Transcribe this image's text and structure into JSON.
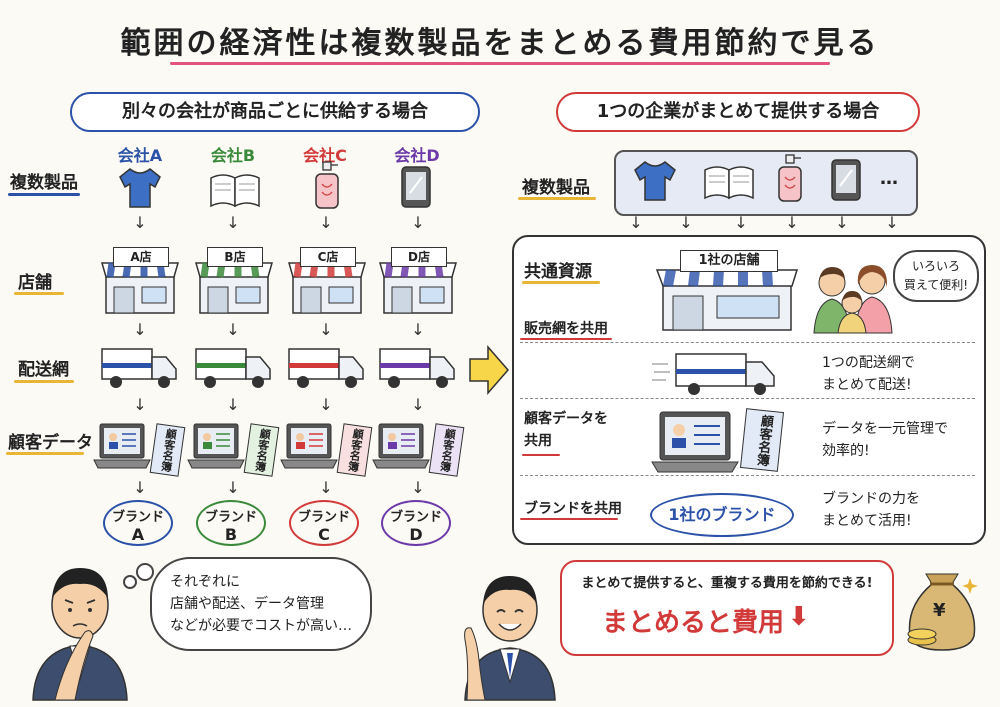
{
  "title": "範囲の経済性は複数製品をまとめる費用節約で見る",
  "left": {
    "header": "別々の会社が商品ごとに供給する場合",
    "rows": [
      "複数製品",
      "店舗",
      "配送網",
      "顧客データ"
    ],
    "companies": [
      {
        "name": "会社A",
        "store": "A店",
        "brand_top": "ブランド",
        "brand_letter": "A",
        "color": "#2b52a8"
      },
      {
        "name": "会社B",
        "store": "B店",
        "brand_top": "ブランド",
        "brand_letter": "B",
        "color": "#3b8a3b"
      },
      {
        "name": "会社C",
        "store": "C店",
        "brand_top": "ブランド",
        "brand_letter": "C",
        "color": "#d23a3a"
      },
      {
        "name": "会社D",
        "store": "D店",
        "brand_top": "ブランド",
        "brand_letter": "D",
        "color": "#6b3aa8"
      }
    ],
    "book_text": "顧客名簿",
    "thought": [
      "それぞれに",
      "店舗や配送、データ管理",
      "などが必要でコストが高い…"
    ]
  },
  "right": {
    "header": "1つの企業がまとめて提供する場合",
    "products_label": "複数製品",
    "ellipsis": "…",
    "shared_label": "共通資源",
    "store_sign": "1社の店舗",
    "speech": [
      "いろいろ",
      "買えて便利!"
    ],
    "rows": [
      {
        "label": "販売網を共用",
        "note": []
      },
      {
        "label": "",
        "note": [
          "1つの配送網で",
          "まとめて配送!"
        ]
      },
      {
        "label": "顧客データを共用",
        "label_lines": [
          "顧客データを",
          "共用"
        ],
        "note": [
          "データを一元管理で",
          "効率的!"
        ]
      },
      {
        "label": "ブランドを共用",
        "note": [
          "ブランドの力を",
          "まとめて活用!"
        ]
      }
    ],
    "book_text": "顧客名簿",
    "brand": "1社のブランド",
    "summary_top": "まとめて提供すると、重複する費用を節約できる!",
    "summary_main": "まとめると費用",
    "yen": "¥"
  }
}
